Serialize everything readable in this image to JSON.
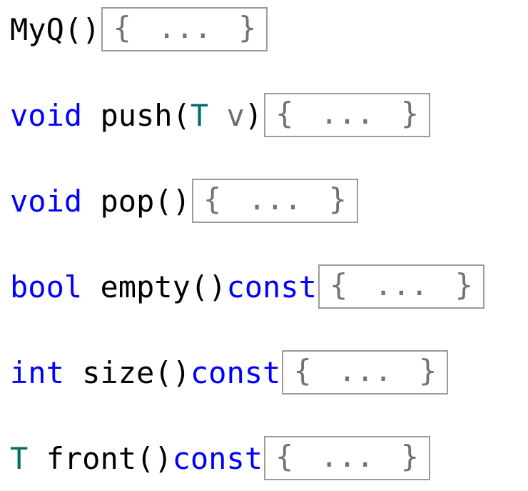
{
  "colors": {
    "keyword": "#0000ff",
    "type": "#006d6d",
    "parameter": "#6e6e6e",
    "plain": "#000000",
    "fold_text": "#737373",
    "fold_border": "#9b9b9b",
    "background": "#ffffff"
  },
  "lines": [
    {
      "tokens": [
        {
          "t": "MyQ()",
          "c": "plain"
        }
      ],
      "fold": "{ ... }"
    },
    {
      "tokens": [
        {
          "t": "void",
          "c": "keyword"
        },
        {
          "t": " push(",
          "c": "plain"
        },
        {
          "t": "T",
          "c": "type"
        },
        {
          "t": " ",
          "c": "plain"
        },
        {
          "t": "v",
          "c": "parameter"
        },
        {
          "t": ")",
          "c": "plain"
        }
      ],
      "fold": "{ ... }"
    },
    {
      "tokens": [
        {
          "t": "void",
          "c": "keyword"
        },
        {
          "t": " pop()",
          "c": "plain"
        }
      ],
      "fold": "{ ... }"
    },
    {
      "tokens": [
        {
          "t": "bool",
          "c": "keyword"
        },
        {
          "t": " empty()",
          "c": "plain"
        },
        {
          "t": "const",
          "c": "keyword"
        }
      ],
      "fold": "{ ... }"
    },
    {
      "tokens": [
        {
          "t": "int",
          "c": "keyword"
        },
        {
          "t": " size()",
          "c": "plain"
        },
        {
          "t": "const",
          "c": "keyword"
        }
      ],
      "fold": "{ ... }"
    },
    {
      "tokens": [
        {
          "t": "T",
          "c": "type"
        },
        {
          "t": " front()",
          "c": "plain"
        },
        {
          "t": "const",
          "c": "keyword"
        }
      ],
      "fold": "{ ... }"
    }
  ]
}
